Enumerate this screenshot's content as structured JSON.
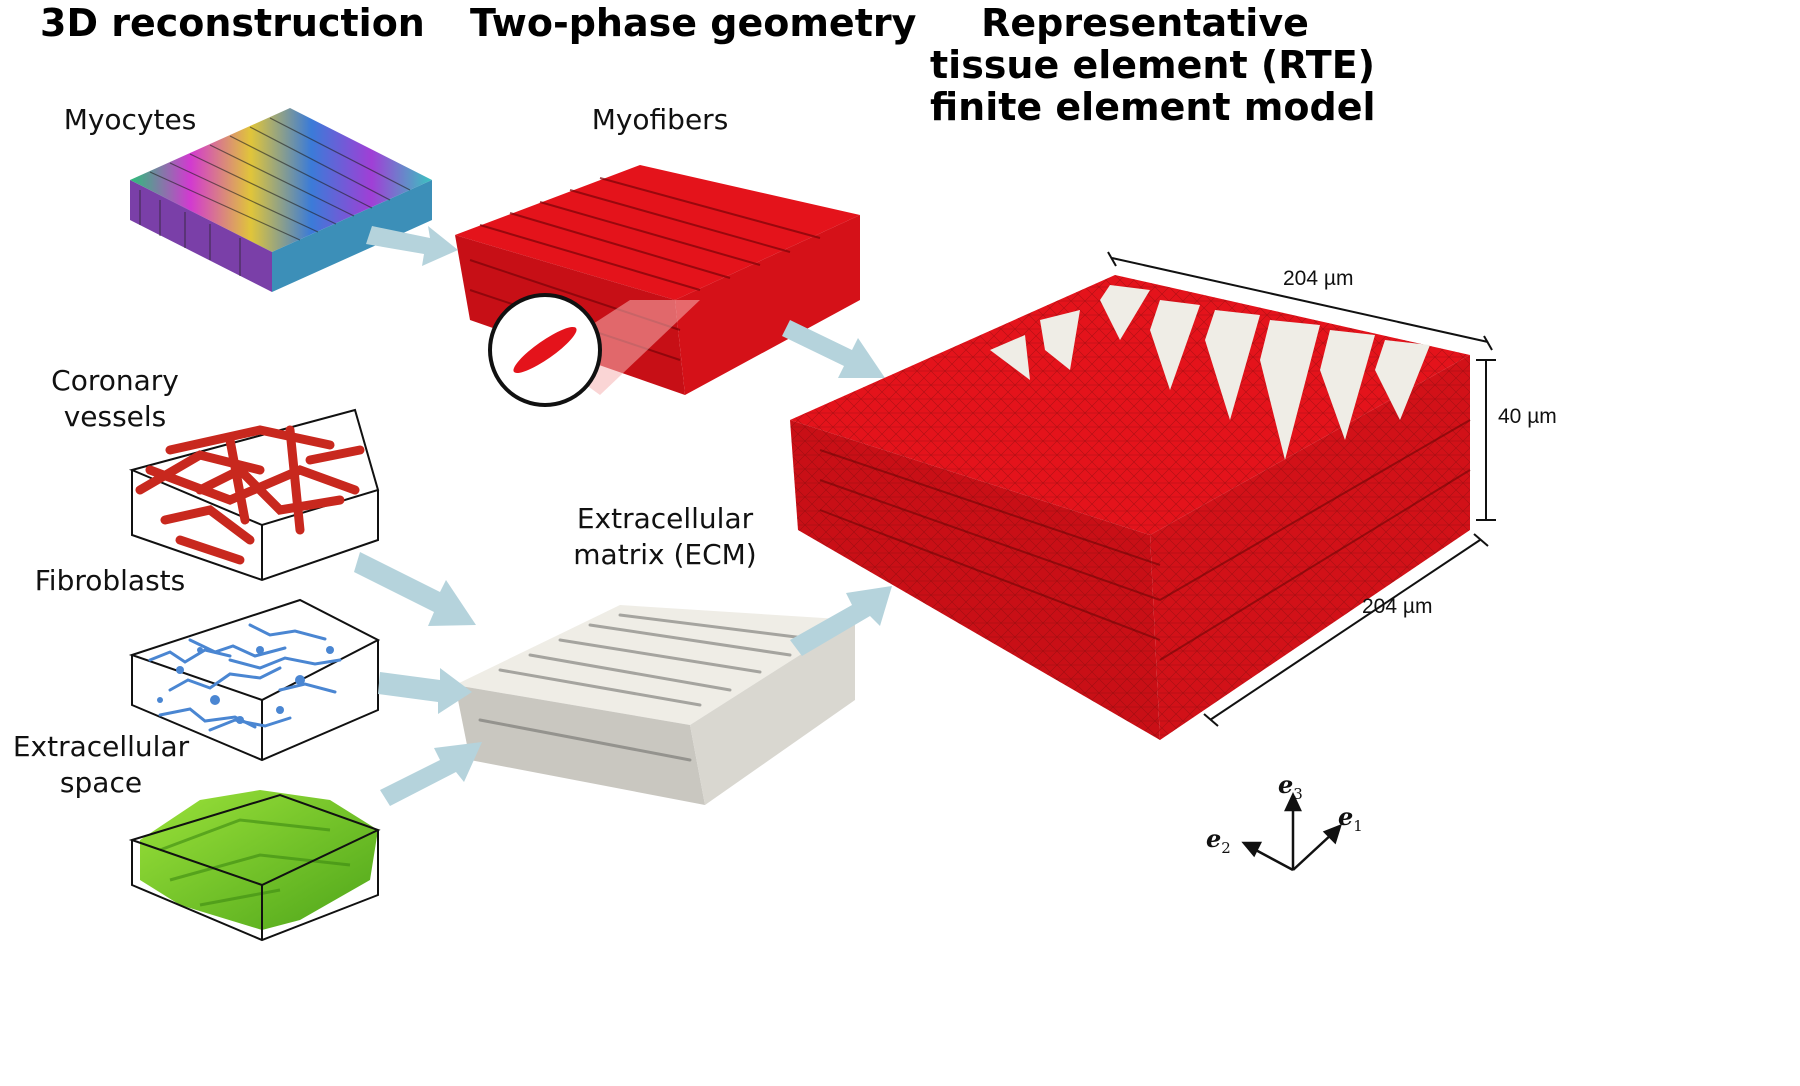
{
  "headers": {
    "col1": "3D reconstruction",
    "col2": "Two-phase geometry",
    "col3_line1": "Representative",
    "col3_line2": "tissue element (RTE)",
    "col3_line3": "finite element model"
  },
  "reconstruction": {
    "myocytes": "Myocytes",
    "coronary_line1": "Coronary",
    "coronary_line2": "vessels",
    "fibroblasts": "Fibroblasts",
    "ecs_line1": "Extracellular",
    "ecs_line2": "space"
  },
  "geometry": {
    "myofibers": "Myofibers",
    "ecm_line1": "Extracellular",
    "ecm_line2": "matrix (ECM)"
  },
  "rte": {
    "dim_top": "204 µm",
    "dim_height": "40 µm",
    "dim_side": "204 µm"
  },
  "axes": {
    "e3": {
      "base": "e",
      "sub": "3"
    },
    "e2": {
      "base": "e",
      "sub": "2"
    },
    "e1": {
      "base": "e",
      "sub": "1"
    }
  },
  "colors": {
    "myofiber_red": "#e4131b",
    "ecm_white": "#efede6",
    "arrow": "#b5d3dc",
    "vessel_red": "#c8281e",
    "fibroblast_blue": "#4a86d2",
    "ecs_green": "#7ccc22"
  }
}
